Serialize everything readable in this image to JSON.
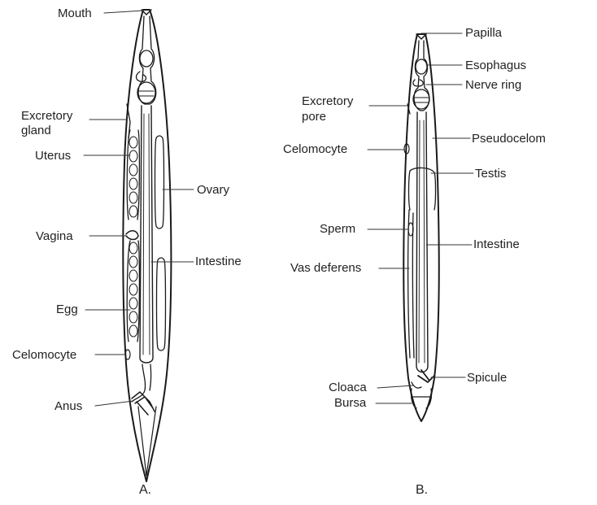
{
  "figure_a": {
    "caption": "A.",
    "labels": {
      "mouth": "Mouth",
      "excretory_gland": [
        "Excretory",
        "gland"
      ],
      "uterus": "Uterus",
      "ovary": "Ovary",
      "vagina": "Vagina",
      "intestine": "Intestine",
      "egg": "Egg",
      "celomocyte": "Celomocyte",
      "anus": "Anus"
    }
  },
  "figure_b": {
    "caption": "B.",
    "labels": {
      "papilla": "Papilla",
      "esophagus": "Esophagus",
      "nerve_ring": "Nerve ring",
      "excretory_pore": [
        "Excretory",
        "pore"
      ],
      "celomocyte": "Celomocyte",
      "pseudocelom": "Pseudocelom",
      "testis": "Testis",
      "sperm": "Sperm",
      "intestine": "Intestine",
      "vas_deferens": "Vas deferens",
      "cloaca": "Cloaca",
      "spicule": "Spicule",
      "bursa": "Bursa"
    }
  }
}
